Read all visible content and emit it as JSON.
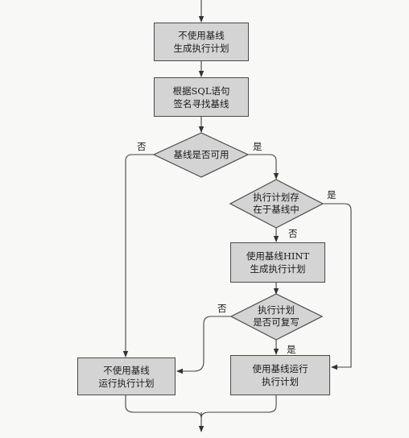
{
  "nodes": {
    "no_baseline_gen": [
      "不使用基线",
      "生成执行计划"
    ],
    "find_baseline": [
      "根据SQL语句",
      "签名寻找基线"
    ],
    "baseline_available": [
      "基线是否可用"
    ],
    "plan_in_baseline": [
      "执行计划存",
      "在于基线中"
    ],
    "hint_gen": [
      "使用基线HINT",
      "生成执行计划"
    ],
    "plan_reproducible": [
      "执行计划",
      "是否可复写"
    ],
    "no_baseline_run": [
      "不使用基线",
      "运行执行计划"
    ],
    "baseline_run": [
      "使用基线运行",
      "执行计划"
    ]
  },
  "edge_labels": {
    "available_no": "否",
    "available_yes": "是",
    "in_baseline_yes": "是",
    "in_baseline_no": "否",
    "reproducible_no": "否",
    "reproducible_yes": "是"
  }
}
